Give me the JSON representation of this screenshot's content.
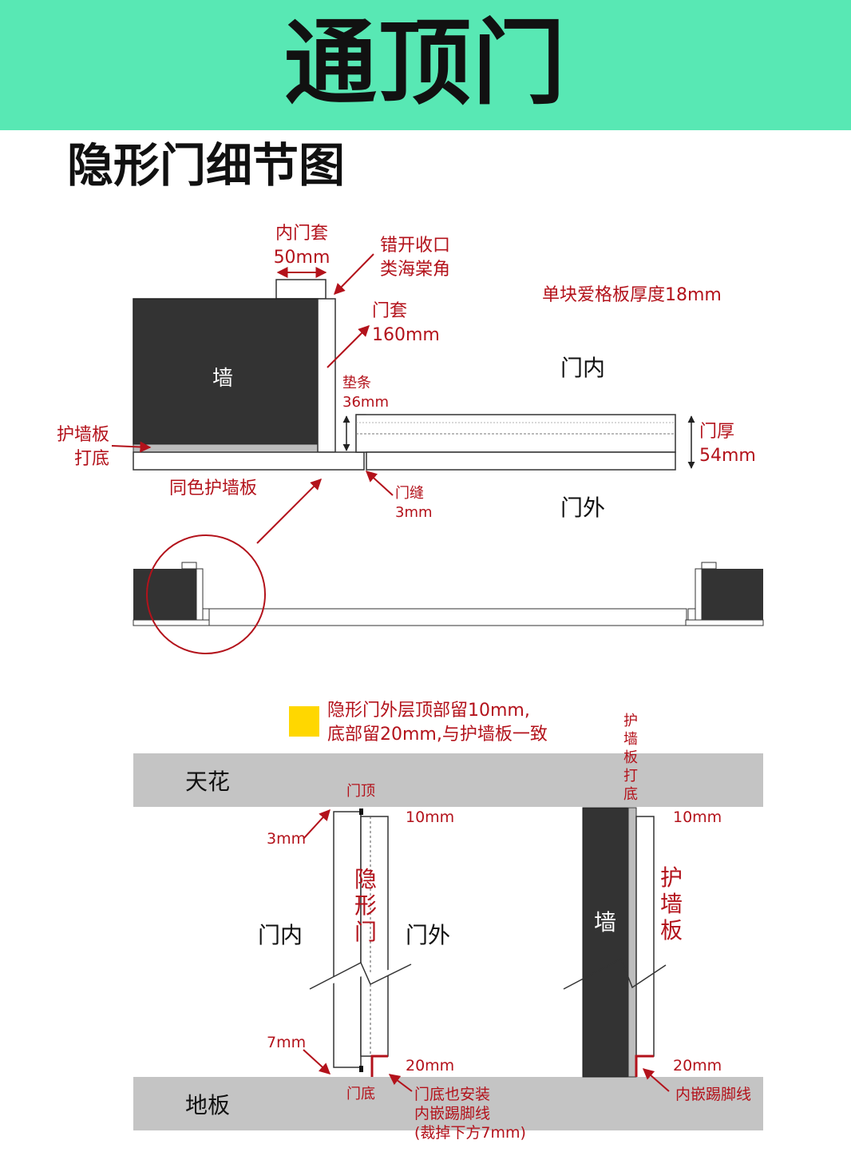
{
  "header": {
    "title": "通顶门",
    "subtitle": "隐形门细节图"
  },
  "top_diagram": {
    "inner_casing_label": "内门套",
    "inner_casing_size": "50mm",
    "stagger_label_1": "错开收口",
    "stagger_label_2": "类海棠角",
    "panel_thickness_note": "单块爱格板厚度18mm",
    "casing_label": "门套",
    "casing_size": "160mm",
    "wall_label": "墙",
    "door_inside": "门内",
    "shim_label": "垫条",
    "shim_size": "36mm",
    "door_thickness_label": "门厚",
    "door_thickness_size": "54mm",
    "wall_panel_base_1": "护墙板",
    "wall_panel_base_2": "打底",
    "same_color_panel": "同色护墙板",
    "door_gap_label": "门缝",
    "door_gap_size": "3mm",
    "door_outside": "门外"
  },
  "bottom_diagram": {
    "note_line_1": "隐形门外层顶部留10mm,",
    "note_line_2": "底部留20mm,与护墙板一致",
    "ceiling": "天花",
    "floor": "地板",
    "door_top": "门顶",
    "door_bottom": "门底",
    "top_gap_left": "10mm",
    "top_gap_right": "10mm",
    "side_gap": "3mm",
    "bottom_gap_left": "7mm",
    "bottom_gap_mid": "20mm",
    "bottom_gap_right": "20mm",
    "door_inside": "门内",
    "door_outside": "门外",
    "hidden_door_vertical": [
      "隐",
      "形",
      "门"
    ],
    "wall_panel_base_vertical": [
      "护",
      "墙",
      "板",
      "打",
      "底"
    ],
    "wall_panel_vertical": [
      "护",
      "墙",
      "板"
    ],
    "wall_label": "墙",
    "door_bottom_note_1": "门底也安装",
    "door_bottom_note_2": "内嵌踢脚线",
    "door_bottom_note_3": "(裁掉下方7mm)",
    "baseboard_label": "内嵌踢脚线"
  },
  "colors": {
    "banner": "#58e8b4",
    "wall": "#333333",
    "annotation_red": "#b3121b",
    "band_gray": "#c4c4c4",
    "note_square": "#ffd700"
  }
}
